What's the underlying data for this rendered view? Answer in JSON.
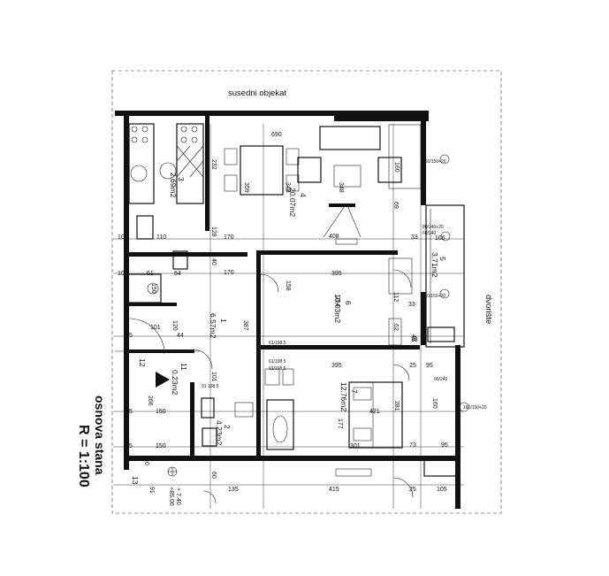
{
  "labels": {
    "neighbor": "susedni objekat",
    "courtyard": "dvorište",
    "plan_title": "osnova stana",
    "scale": "R = 1:100"
  },
  "rooms": [
    {
      "num": "3",
      "area": "2.69m2"
    },
    {
      "num": "4",
      "area": "20.07m2"
    },
    {
      "num": "5",
      "area": "3.71m2"
    },
    {
      "num": "6",
      "area": "10.03m2"
    },
    {
      "num": "1",
      "area": "6.57m2"
    },
    {
      "num": "7",
      "area": "12.76m2"
    },
    {
      "num": "11",
      "area": "0.23m2"
    },
    {
      "num": "2",
      "area": "4.23m2"
    }
  ],
  "stair_numbers": {
    "s12": "12",
    "s13": "13"
  },
  "dimensions": {
    "d690": "690",
    "d232": "232",
    "d359": "359",
    "d348a": "348",
    "d348b": "348",
    "d128": "128",
    "d170a": "170",
    "d170b": "170",
    "d408": "408",
    "d33a": "33",
    "d106": "106",
    "d40": "40",
    "d395a": "395",
    "d158": "158",
    "d387": "387",
    "d254": "254",
    "d395b": "395",
    "d421": "421",
    "d281": "281",
    "d177": "177",
    "d301": "301",
    "d415": "415",
    "d150a": "150",
    "d150b": "150",
    "d266": "266",
    "d101a": "101",
    "d101b": "101",
    "d44": "44",
    "d25a": "25",
    "d25b": "25",
    "d25c": "25",
    "d25d": "25",
    "d95a": "95",
    "d95b": "95",
    "d73": "73",
    "d105": "105",
    "d135": "135",
    "d60": "60",
    "d10a": "10",
    "d10b": "10",
    "d110": "110",
    "d64": "64",
    "d61": "61",
    "d69": "69",
    "d112": "112",
    "d62": "62",
    "d33b": "33",
    "d33c": "33",
    "d45": "45",
    "d25e": "25",
    "d160a": "160",
    "d160b": "160",
    "d40b": "40",
    "d120": "120",
    "d150c": "150",
    "d91": "91"
  },
  "small_notes": {
    "n1": "160/150+20",
    "n2": "60/240",
    "n3": "80/240+20",
    "n4": "110/150+20",
    "n5": "61/198.5",
    "n6": "61/198.5",
    "n7": "91/198.5",
    "n8": "160/150+20",
    "n9": "90/240",
    "n10": "91 198.5"
  },
  "elevations": {
    "e1": "+ 7.40",
    "e2": "+85.00"
  }
}
